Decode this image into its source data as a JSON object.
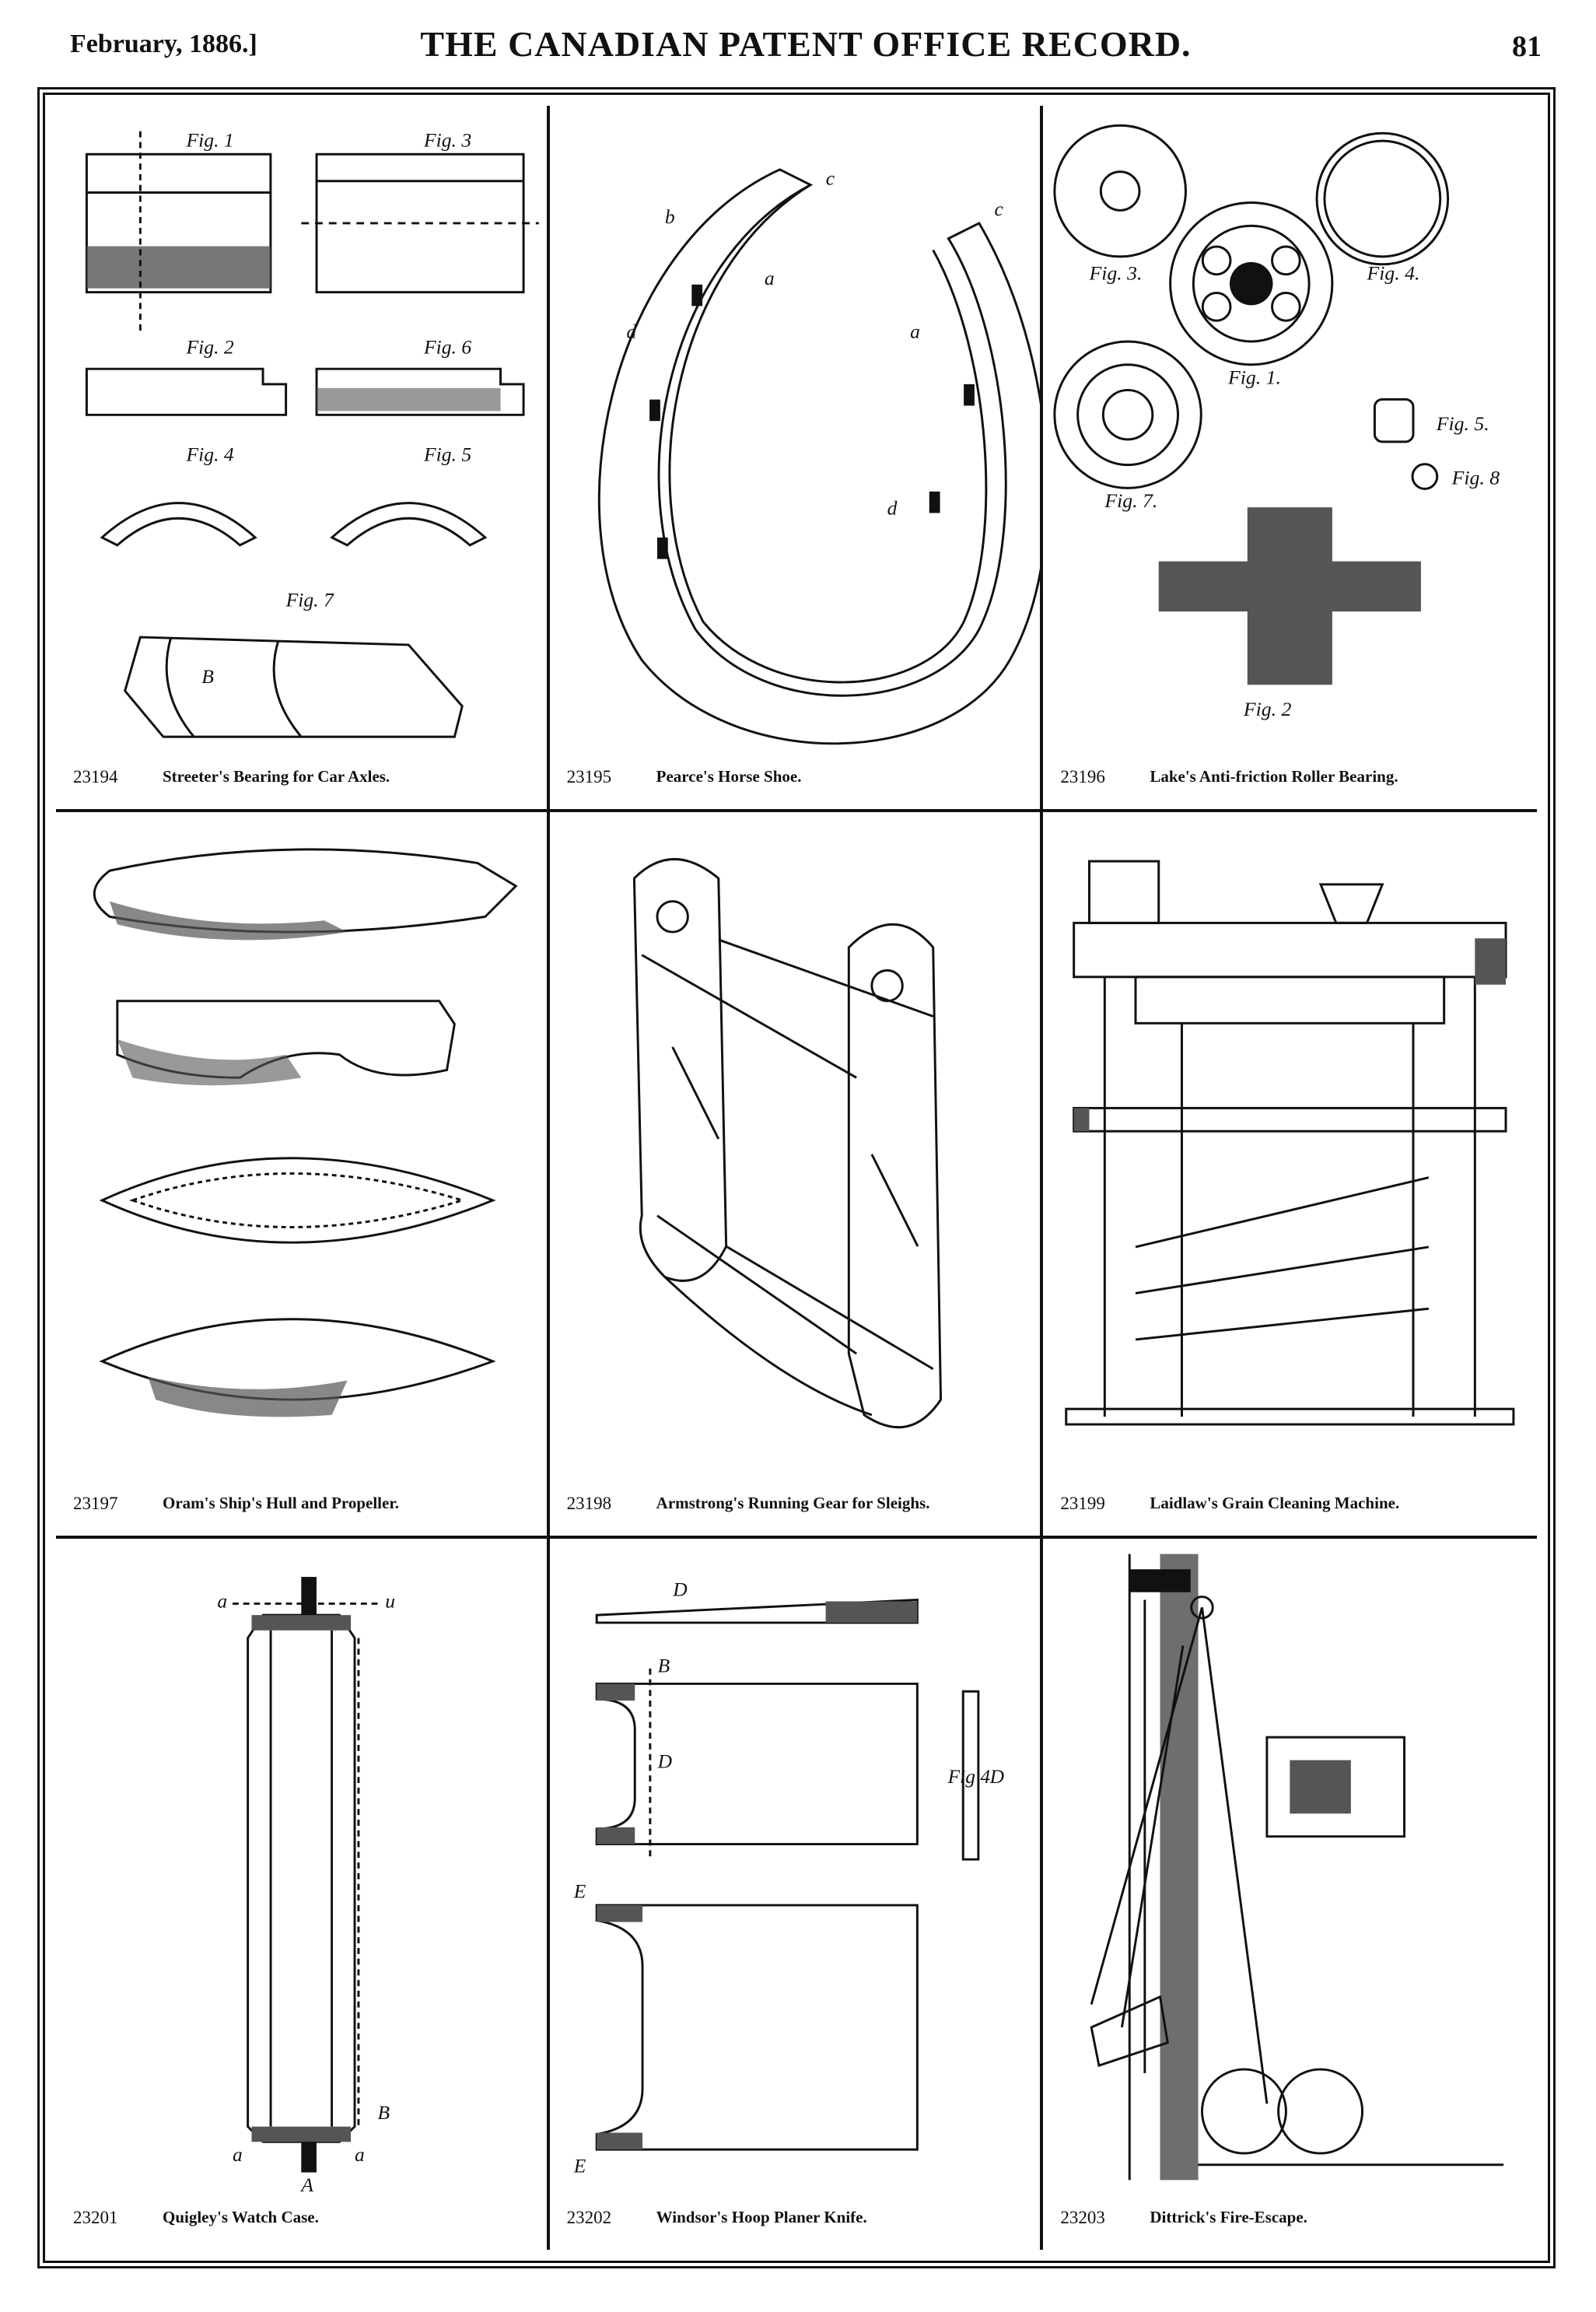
{
  "header": {
    "date": "February, 1886.]",
    "title": "THE CANADIAN PATENT OFFICE RECORD.",
    "page": "81"
  },
  "patents": [
    {
      "number": "23194",
      "title": "Streeter's Bearing for Car Axles.",
      "icon": "axle-bearing-drawing"
    },
    {
      "number": "23195",
      "title": "Pearce's Horse Shoe.",
      "icon": "horse-shoe-drawing"
    },
    {
      "number": "23196",
      "title": "Lake's Anti-friction Roller Bearing.",
      "icon": "roller-bearing-drawing"
    },
    {
      "number": "23197",
      "title": "Oram's Ship's Hull and Propeller.",
      "icon": "ship-hull-drawing"
    },
    {
      "number": "23198",
      "title": "Armstrong's Running Gear for Sleighs.",
      "icon": "sleigh-gear-drawing"
    },
    {
      "number": "23199",
      "title": "Laidlaw's Grain Cleaning Machine.",
      "icon": "grain-machine-drawing"
    },
    {
      "number": "23201",
      "title": "Quigley's Watch Case.",
      "icon": "watch-case-drawing"
    },
    {
      "number": "23202",
      "title": "Windsor's Hoop Planer Knife.",
      "icon": "planer-knife-drawing"
    },
    {
      "number": "23203",
      "title": "Dittrick's Fire-Escape.",
      "icon": "fire-escape-drawing"
    }
  ],
  "figure_labels": {
    "p23194": [
      "Fig. 1",
      "Fig. 3",
      "Fig. 2",
      "Fig. 6",
      "Fig. 4",
      "Fig. 5",
      "Fig. 7",
      "B"
    ],
    "p23195": [
      "c",
      "c",
      "b",
      "a",
      "d",
      "d",
      "a"
    ],
    "p23196": [
      "Fig. 3.",
      "Fig. 4.",
      "Fig. 1.",
      "Fig. 7.",
      "Fig. 5.",
      "Fig. 8",
      "Fig. 2"
    ],
    "p23201": [
      "a",
      "u",
      "B",
      "a",
      "a",
      "A"
    ],
    "p23202": [
      "D",
      "B",
      "D",
      "Fig 4",
      "D",
      "E",
      "E"
    ]
  }
}
